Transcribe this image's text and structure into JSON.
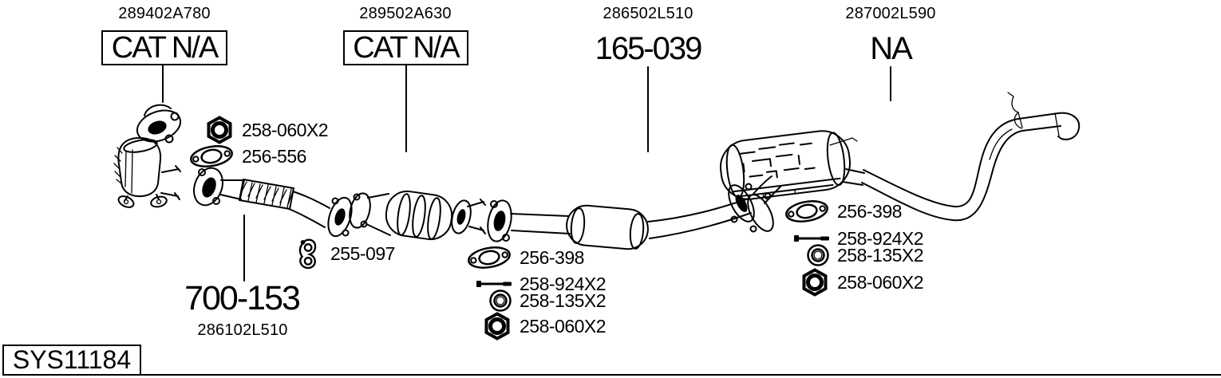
{
  "page": {
    "background": "#ffffff",
    "line_color": "#000000"
  },
  "callouts": {
    "front_cat": {
      "ref": "289402A780",
      "part": "CAT N/A",
      "boxed": true
    },
    "mid_cat": {
      "ref": "289502A630",
      "part": "CAT N/A",
      "boxed": true
    },
    "center_muffler": {
      "ref": "286502L510",
      "part": "165-039",
      "boxed": false
    },
    "rear_muffler": {
      "ref": "287002L590",
      "part": "NA",
      "boxed": false
    },
    "front_pipe": {
      "ref": "286102L510",
      "part": "700-153",
      "boxed": false
    }
  },
  "hardware_front": {
    "items": [
      {
        "icon": "nut-icon",
        "label": "258-060X2"
      },
      {
        "icon": "gasket-icon",
        "label": "256-556"
      }
    ]
  },
  "hanger": {
    "icon": "rubber-hanger-icon",
    "label": "255-097"
  },
  "hardware_center": {
    "items": [
      {
        "icon": "gasket-icon",
        "label": "256-398"
      },
      {
        "icon": "bolt-icon",
        "label": "258-924X2"
      },
      {
        "icon": "washer-icon",
        "label": "258-135X2"
      },
      {
        "icon": "nut-icon",
        "label": "258-060X2"
      }
    ]
  },
  "hardware_rear": {
    "items": [
      {
        "icon": "gasket-icon",
        "label": "256-398"
      },
      {
        "icon": "bolt-icon",
        "label": "258-924X2"
      },
      {
        "icon": "washer-icon",
        "label": "258-135X2"
      },
      {
        "icon": "nut-icon",
        "label": "258-060X2"
      }
    ]
  },
  "footer": {
    "system_id": "SYS11184"
  }
}
